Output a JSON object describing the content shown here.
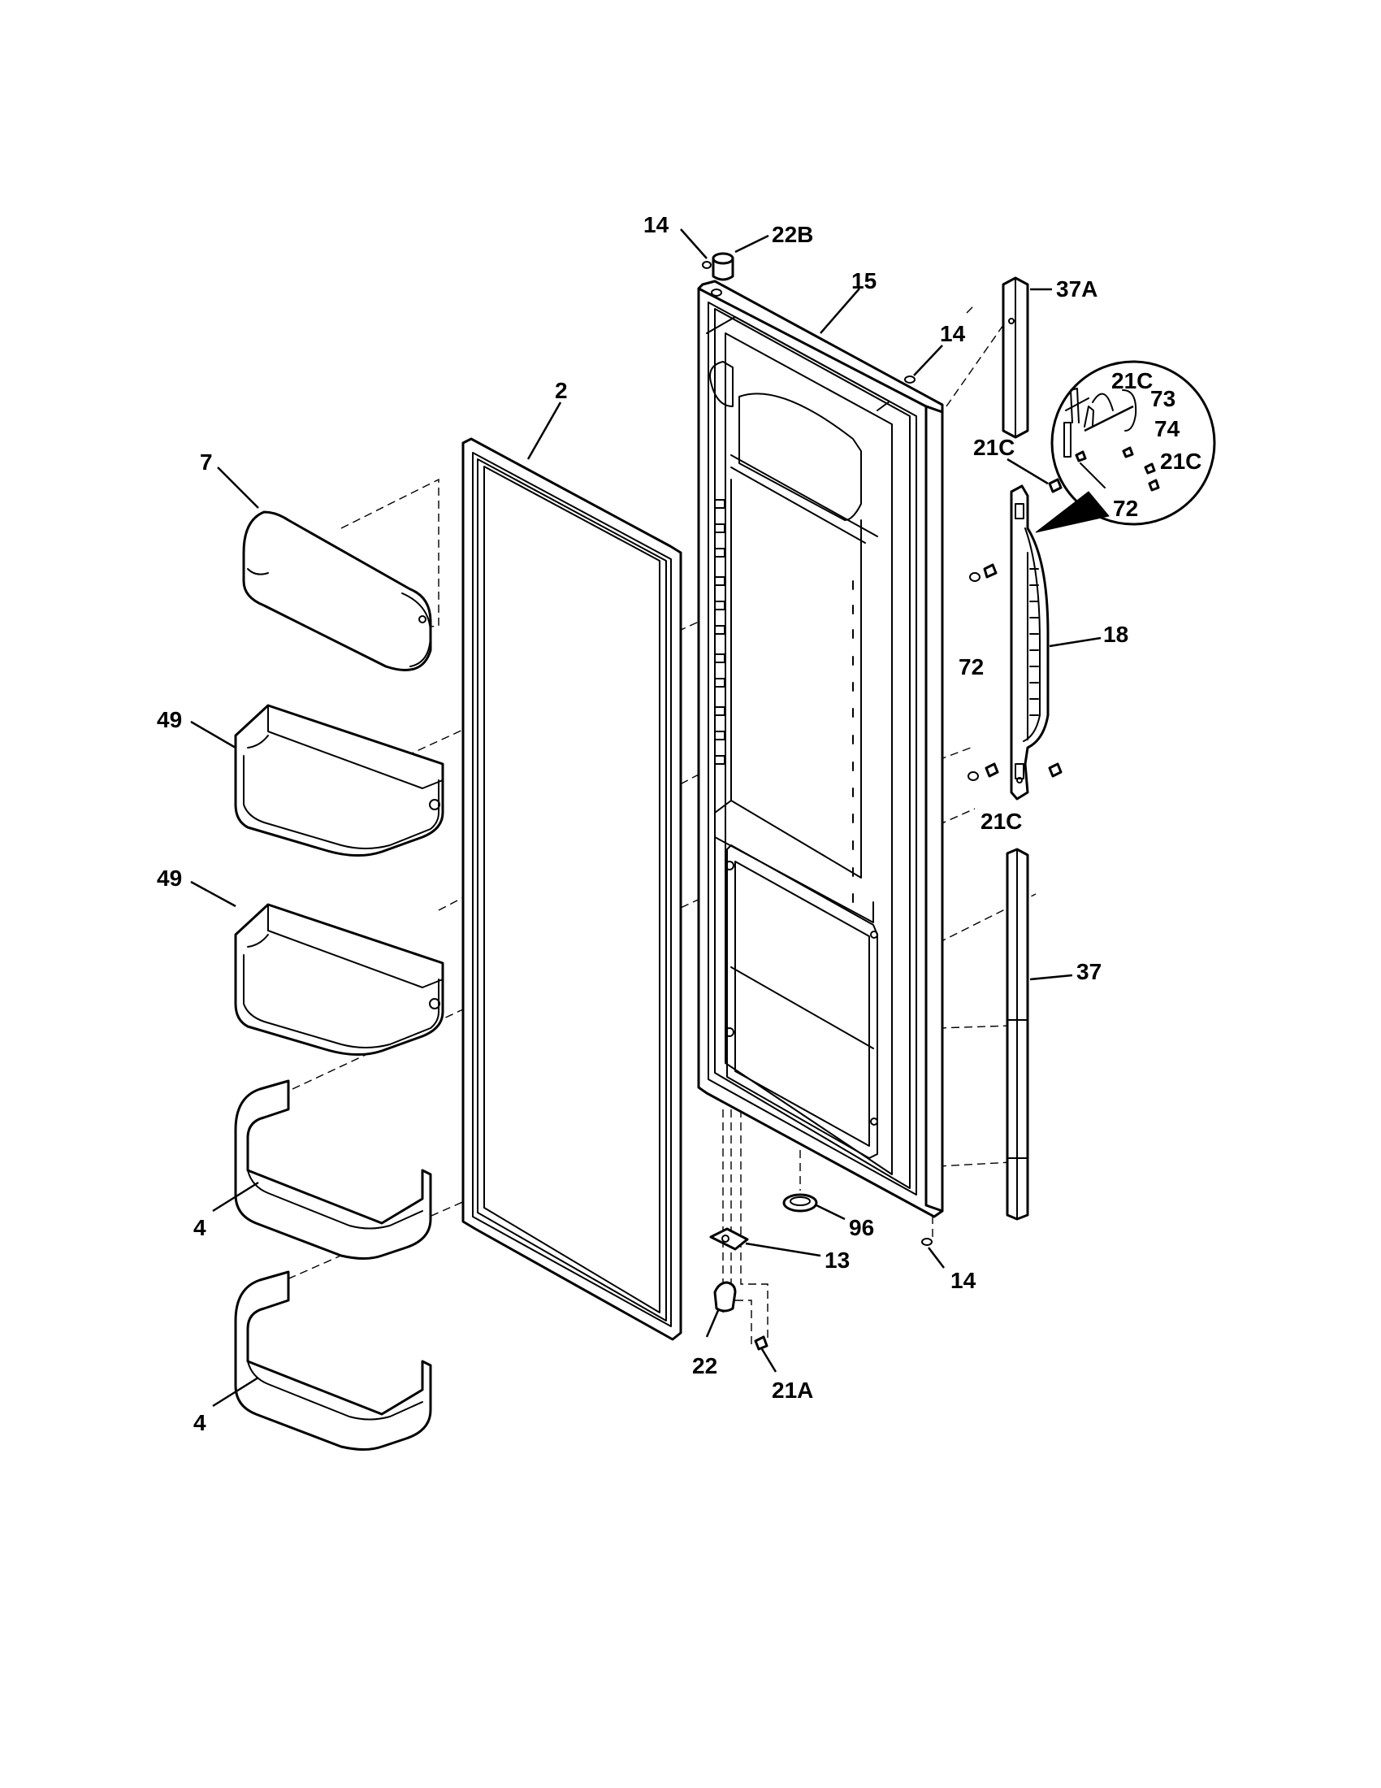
{
  "callouts": {
    "c14_top": "14",
    "c22B": "22B",
    "c15": "15",
    "c14_right": "14",
    "c37A": "37A",
    "c2": "2",
    "c7": "7",
    "c21C_inset": "21C",
    "c73": "73",
    "c74": "74",
    "c21C_inset2": "21C",
    "c72_inset": "72",
    "c21C_upper": "21C",
    "c18": "18",
    "c72": "72",
    "c49_upper": "49",
    "c21C_lower": "21C",
    "c49_lower": "49",
    "c37": "37",
    "c4_upper": "4",
    "c96": "96",
    "c13": "13",
    "c14_bottom": "14",
    "c22": "22",
    "c21A": "21A",
    "c4_lower": "4"
  }
}
